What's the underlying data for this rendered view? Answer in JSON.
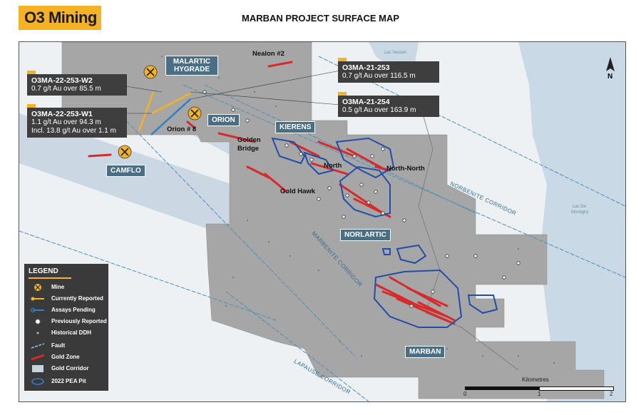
{
  "logo": {
    "text": "O3 Mining"
  },
  "title": "MARBAN PROJECT SURFACE MAP",
  "callouts": {
    "w2": {
      "name": "O3MA-22-253-W2",
      "line1": "0.7 g/t Au over 85.5 m"
    },
    "w1": {
      "name": "O3MA-22-253-W1",
      "line1": "1.1 g/t Au over 94.3 m",
      "line2": "Incl. 13.8 g/t Au over 1.1 m"
    },
    "h253": {
      "name": "O3MA-21-253",
      "line1": "0.7 g/t Au over 116.5 m"
    },
    "h254": {
      "name": "O3MA-21-254",
      "line1": "0.5 g/t Au over 163.9 m"
    }
  },
  "deposit_boxes": {
    "malartic": "MALARTIC HYGRADE",
    "orion": "ORION",
    "kierens": "KIERENS",
    "camflo": "CAMFLO",
    "norlartic": "NORLARTIC",
    "marban": "MARBAN"
  },
  "map_labels": {
    "nealon": "Nealon #2",
    "orion8": "Orion # 8",
    "golden_bridge_1": "Golden",
    "golden_bridge_2": "Bridge",
    "north": "North",
    "north_north": "North-North",
    "gold_hawk": "Gold Hawk"
  },
  "corridors": {
    "norbenite": "NORBENITE CORRIDOR",
    "marbenite": "MARBENITE CORRIDOR",
    "lapause": "LAPAUSE CORRIDOR"
  },
  "lakes": {
    "vassan": "Lac Vassan",
    "montigny_1": "Lac De",
    "montigny_2": "Montigny"
  },
  "north_arrow": "N",
  "legend": {
    "title": "LEGEND",
    "items": [
      "Mine",
      "Currently Reported",
      "Assays Pending",
      "Previously Reported",
      "Historical DDH",
      "Fault",
      "Gold Zone",
      "Gold Corridor",
      "2022 PEA Pit"
    ]
  },
  "scale": {
    "label": "Kilometres",
    "ticks": [
      "0",
      "1",
      "2"
    ]
  },
  "colors": {
    "accent": "#f5b323",
    "gold_zone": "#d92a2a",
    "pit": "#1f4fa8",
    "property": "#a6a6a6",
    "corridor": "#c4d3e0",
    "water": "#c9d9e6"
  }
}
